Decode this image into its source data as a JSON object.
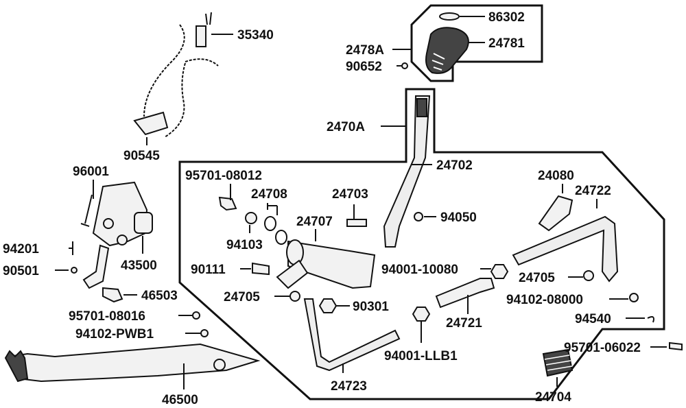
{
  "parts": [
    {
      "key": "p86302",
      "number": "86302"
    },
    {
      "key": "p24781",
      "number": "24781"
    },
    {
      "key": "p2478A",
      "number": "2478A"
    },
    {
      "key": "p90652",
      "number": "90652"
    },
    {
      "key": "p35340",
      "number": "35340"
    },
    {
      "key": "p2470A",
      "number": "2470A"
    },
    {
      "key": "p90545",
      "number": "90545"
    },
    {
      "key": "p24702",
      "number": "24702"
    },
    {
      "key": "p96001",
      "number": "96001"
    },
    {
      "key": "p95701_08012",
      "number": "95701-08012"
    },
    {
      "key": "p24708",
      "number": "24708"
    },
    {
      "key": "p24703",
      "number": "24703"
    },
    {
      "key": "p24080",
      "number": "24080"
    },
    {
      "key": "p24722",
      "number": "24722"
    },
    {
      "key": "p24707",
      "number": "24707"
    },
    {
      "key": "p94050",
      "number": "94050"
    },
    {
      "key": "p94103",
      "number": "94103"
    },
    {
      "key": "p94201",
      "number": "94201"
    },
    {
      "key": "p43500",
      "number": "43500"
    },
    {
      "key": "p90501",
      "number": "90501"
    },
    {
      "key": "p90111",
      "number": "90111"
    },
    {
      "key": "p94001_10080",
      "number": "94001-10080"
    },
    {
      "key": "p24705a",
      "number": "24705"
    },
    {
      "key": "p46503",
      "number": "46503"
    },
    {
      "key": "p24705b",
      "number": "24705"
    },
    {
      "key": "p90301",
      "number": "90301"
    },
    {
      "key": "p94102_08000",
      "number": "94102-08000"
    },
    {
      "key": "p95701_08016",
      "number": "95701-08016"
    },
    {
      "key": "p24721",
      "number": "24721"
    },
    {
      "key": "p94540",
      "number": "94540"
    },
    {
      "key": "p94102_PWB1",
      "number": "94102-PWB1"
    },
    {
      "key": "p95701_06022",
      "number": "95701-06022"
    },
    {
      "key": "p94001_LLB1",
      "number": "94001-LLB1"
    },
    {
      "key": "p46500",
      "number": "46500"
    },
    {
      "key": "p24723",
      "number": "24723"
    },
    {
      "key": "p24704",
      "number": "24704"
    }
  ]
}
